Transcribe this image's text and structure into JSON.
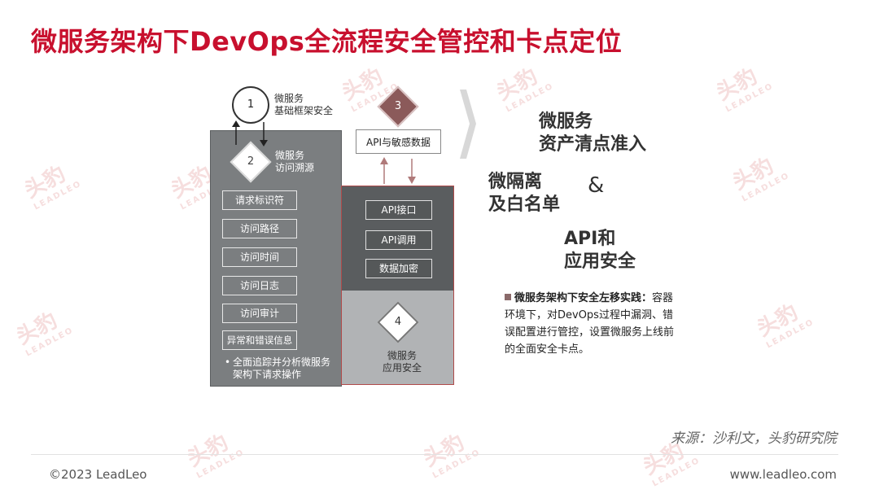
{
  "title": "微服务架构下DevOps全流程安全管控和卡点定位",
  "watermark": {
    "brand_cn": "头豹",
    "brand_en": "LEADLEO"
  },
  "diagram": {
    "node1": {
      "num": "1",
      "label_line1": "微服务",
      "label_line2": "基础框架安全"
    },
    "node2": {
      "num": "2",
      "label_line1": "微服务",
      "label_line2": "访问溯源"
    },
    "node3": {
      "num": "3",
      "box_label": "API与敏感数据"
    },
    "node4": {
      "num": "4",
      "label_line1": "微服务",
      "label_line2": "应用安全"
    },
    "left_items": [
      "请求标识符",
      "访问路径",
      "访问时间",
      "访问日志",
      "访问审计",
      "异常和错误信息"
    ],
    "left_bullet_line1": "全面追踪并分析微服务",
    "left_bullet_line2": "架构下请求操作",
    "right_items": [
      "API接口",
      "API调用",
      "数据加密"
    ]
  },
  "right_text": {
    "t1_line1": "微服务",
    "t1_line2": "资产清点准入",
    "t2_line1": "微隔离",
    "t2_line2": "及白名单",
    "amp": "&",
    "t3_line1": "API和",
    "t3_line2": "应用安全"
  },
  "note": {
    "bold": "微服务架构下安全左移实践：",
    "text": "容器环境下，对DevOps过程中漏洞、错误配置进行管控，设置微服务上线前的全面安全卡点。"
  },
  "source": "来源：沙利文，头豹研究院",
  "footer": {
    "copyright": "©2023 LeadLeo",
    "site": "www.leadleo.com"
  },
  "colors": {
    "title": "#c8102e",
    "diamond3": "#8b5a5a",
    "accent_bullet": "#8a6a6a"
  }
}
